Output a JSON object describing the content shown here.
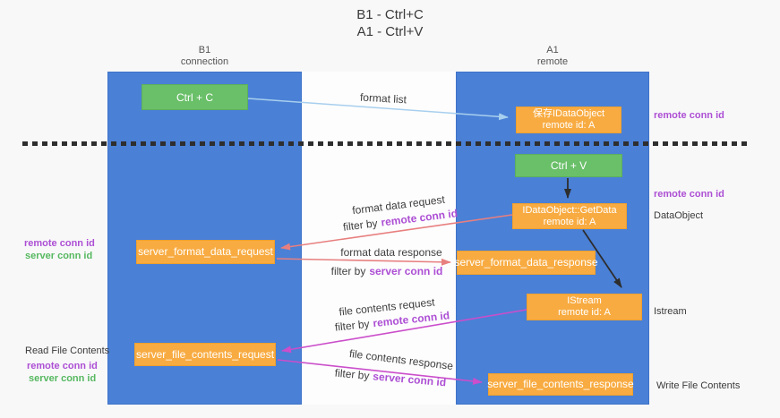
{
  "title": {
    "line1": "B1 - Ctrl+C",
    "line2": "A1 - Ctrl+V"
  },
  "lanes": {
    "b1": {
      "name": "B1",
      "role": "connection"
    },
    "a1": {
      "name": "A1",
      "role": "remote"
    }
  },
  "nodes": {
    "ctrl_c": {
      "label": "Ctrl + C"
    },
    "ctrl_v": {
      "label": "Ctrl + V"
    },
    "save_dataobject": {
      "line1": "保存IDataObject",
      "line2": "remote id: A"
    },
    "getdata": {
      "line1": "IDataObject::GetData",
      "line2": "remote id: A"
    },
    "istream": {
      "line1": "IStream",
      "line2": "remote id: A"
    },
    "server_format_data_request": {
      "label": "server_format_data_request"
    },
    "server_format_data_response": {
      "label": "server_format_data_response"
    },
    "server_file_contents_request": {
      "label": "server_file_contents_request"
    },
    "server_file_contents_response": {
      "label": "server_file_contents_response"
    }
  },
  "edge_labels": {
    "format_list": "format list",
    "format_data_request": "format data request",
    "format_data_request_filter": {
      "prefix": "filter by",
      "keyword": "remote conn id"
    },
    "format_data_response": "format data response",
    "format_data_response_filter": {
      "prefix": "filter by",
      "keyword": "server conn id"
    },
    "file_contents_request": "file contents request",
    "file_contents_request_filter": {
      "prefix": "filter by",
      "keyword": "remote conn id"
    },
    "file_contents_response": "file contents response",
    "file_contents_response_filter": {
      "prefix": "filter by",
      "keyword": "server conn id"
    }
  },
  "annotations": {
    "right_remote_conn_top": "remote conn id",
    "right_remote_conn_mid": "remote conn id",
    "right_dataobject": "DataObject",
    "right_istream": "Istream",
    "right_write_file": "Write File Contents",
    "left_remote_conn_top": "remote conn id",
    "left_server_conn_top": "server conn id",
    "left_read_file": "Read File Contents",
    "left_remote_conn_bottom": "remote conn id",
    "left_server_conn_bottom": "server conn id"
  },
  "colors": {
    "lane_blue": "#4a80d6",
    "node_orange": "#f8ab41",
    "node_green": "#6abf69",
    "arrow_salmon": "#e87f7f",
    "arrow_magenta": "#cb4ecb",
    "arrow_lightblue": "#a8cfee",
    "arrow_black": "#2d2d2d",
    "keyword_purple": "#ad4fd4",
    "keyword_green": "#56b85f"
  }
}
